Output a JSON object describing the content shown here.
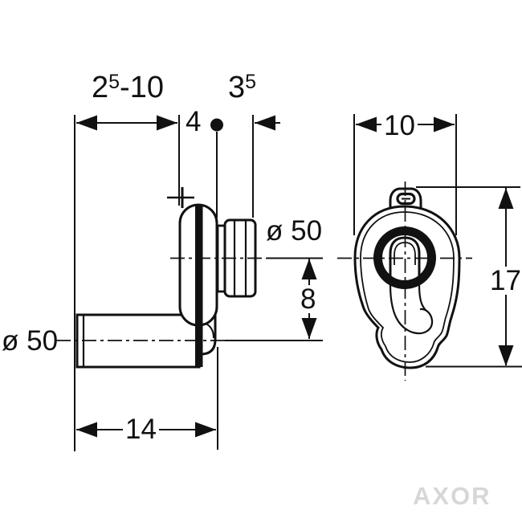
{
  "drawing": {
    "brand": "AXOR",
    "side_view": {
      "installation_depth": {
        "base": "2",
        "sup": "5",
        "tail": "-10"
      },
      "flange_offset": "4",
      "spigot_length": {
        "base": "3",
        "sup": "5"
      },
      "outlet_diameter": "ø 50",
      "outlet_drop": "8",
      "inlet_diameter": "ø 50",
      "body_length": "14"
    },
    "front_view": {
      "body_width": "10",
      "body_height": "17"
    },
    "colors": {
      "line": "#111111",
      "brand_gray": "#d7d7d7",
      "background": "#ffffff"
    }
  }
}
